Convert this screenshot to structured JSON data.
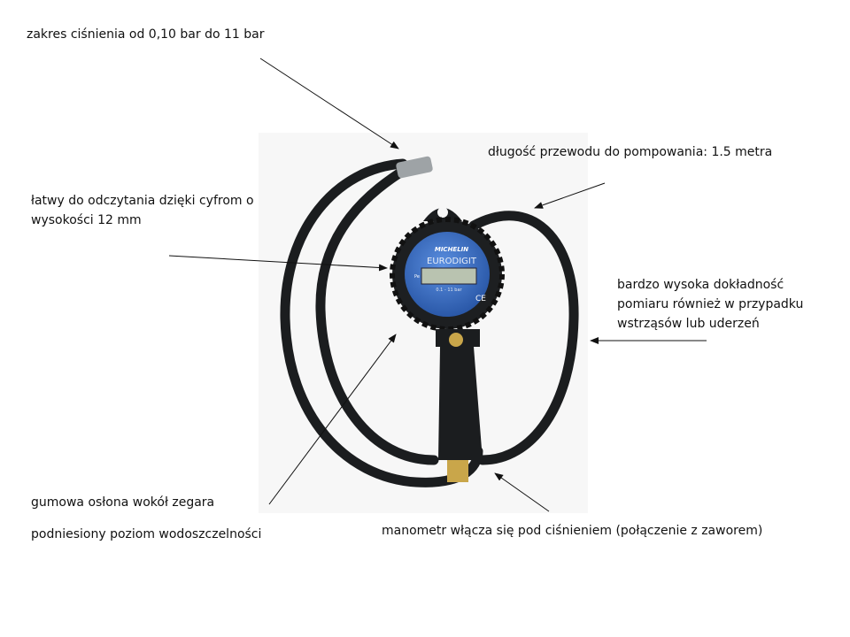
{
  "annotations": {
    "pressure_range": "zakres ciśnienia od 0,10 bar do 11 bar",
    "hose_length": "długość przewodu do pompowania: 1.5 metra",
    "digits_line1": "łatwy do odczytania dzięki cyfrom o",
    "digits_line2": "wysokości 12 mm",
    "accuracy_line1": "bardzo wysoka dokładność",
    "accuracy_line2": "pomiaru również w przypadku",
    "accuracy_line3": "wstrząsów lub uderzeń",
    "rubber_guard": "gumowa osłona wokół zegara",
    "waterproof": "podniesiony poziom wodoszczelności",
    "activation": "manometr włącza się pod ciśnieniem (połączenie z zaworem)"
  },
  "device": {
    "brand": "MICHELIN",
    "model": "EURODIGIT",
    "range": "0.1 - 11 bar",
    "ce_mark": "CE",
    "pe_mark": "Pe"
  },
  "colors": {
    "dial": "#3a6fc4",
    "hose": "#1b1d1f",
    "arrow": "#111111",
    "brass": "#c9a64a"
  }
}
